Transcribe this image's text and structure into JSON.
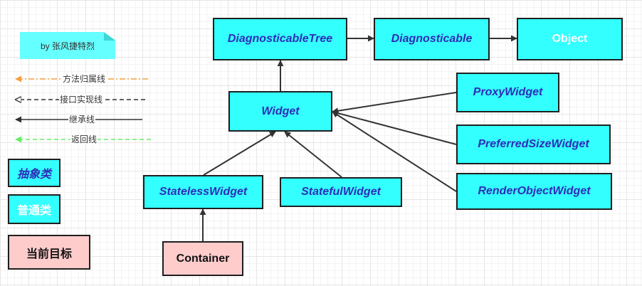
{
  "author_note": "by 张风捷特烈",
  "legend": {
    "method_belongs": "方法归属线",
    "interface_impl": "接口实现线",
    "inheritance": "继承线",
    "return_line": "返回线",
    "abstract_class": "抽象类",
    "normal_class": "普通类",
    "current_target": "当前目标"
  },
  "nodes": {
    "diagnosticable_tree": "DiagnosticableTree",
    "diagnosticable": "Diagnosticable",
    "object": "Object",
    "widget": "Widget",
    "proxy_widget": "ProxyWidget",
    "preferred_size_widget": "PreferredSizeWidget",
    "render_object_widget": "RenderObjectWidget",
    "stateless_widget": "StatelessWidget",
    "stateful_widget": "StatefulWidget",
    "container": "Container"
  },
  "colors": {
    "class_fill": "#33ffff",
    "abstract_text": "#2d2db8",
    "normal_text": "#ffffff",
    "target_fill": "#ffcccc",
    "method_line": "#f5a040",
    "return_line": "#66ee66",
    "edge": "#333333"
  }
}
